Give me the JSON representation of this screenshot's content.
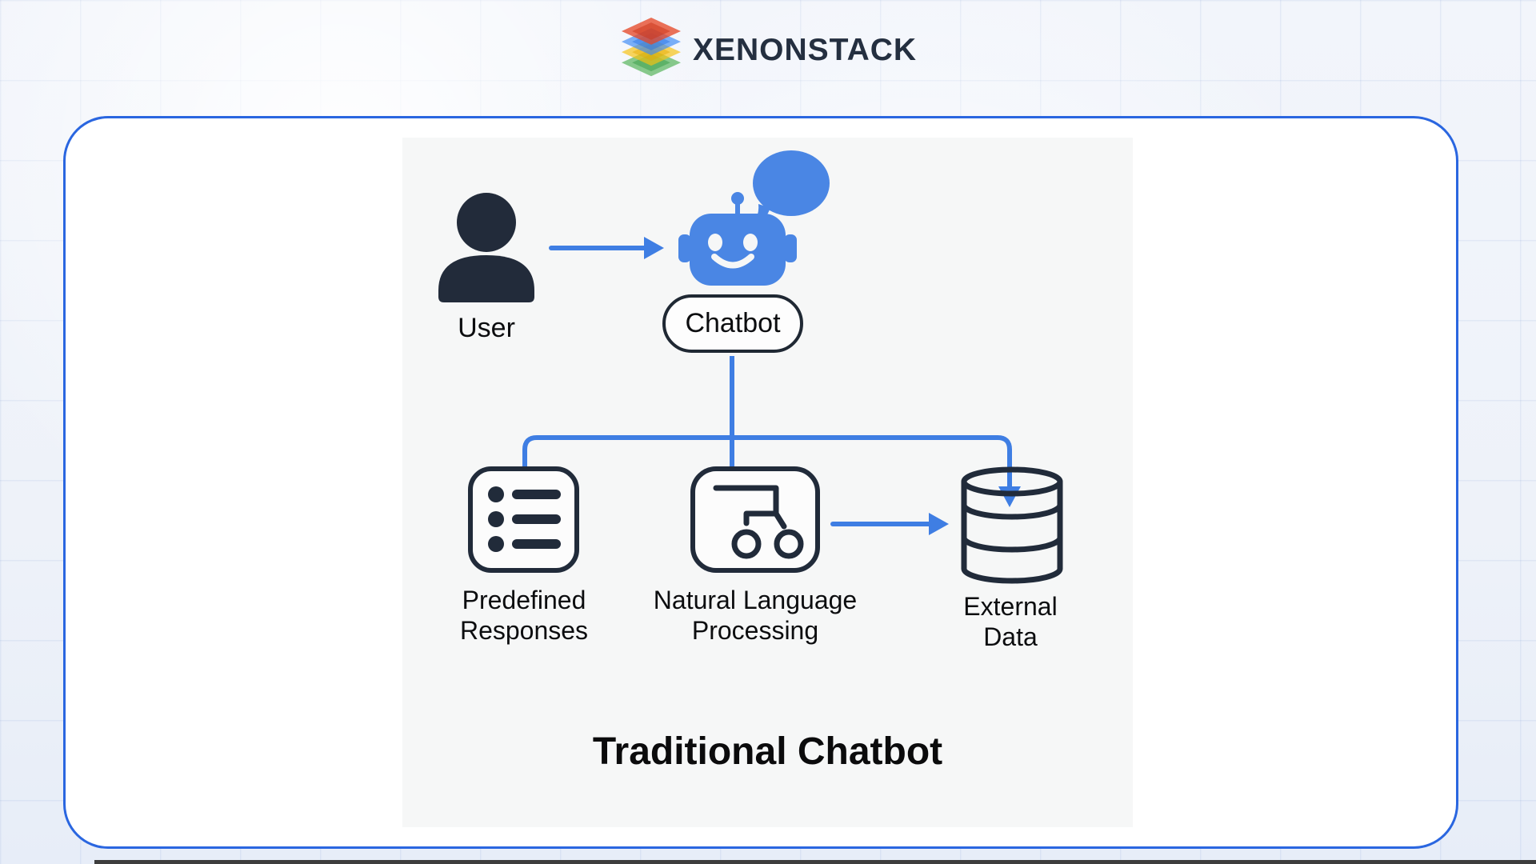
{
  "header": {
    "brand": "XENONSTACK"
  },
  "colors": {
    "accent_blue": "#3F7EE3",
    "robot_blue": "#4A86E4",
    "dark_navy": "#212B3A",
    "card_border": "#2A66E0",
    "panel_bg": "#F6F7F7",
    "logo_red": "#E54827",
    "logo_blue": "#3F8CF5",
    "logo_yellow": "#F6C212",
    "logo_green": "#52B356"
  },
  "diagram": {
    "title": "Traditional Chatbot",
    "nodes": {
      "user": "User",
      "chatbot": "Chatbot",
      "predefined": "Predefined\nResponses",
      "nlp": "Natural Language\nProcessing",
      "external": "External\nData"
    },
    "icons": {
      "user": "person-icon",
      "chatbot": "robot-icon",
      "chatbot_bubble": "speech-bubble-icon",
      "predefined": "bulleted-list-icon",
      "nlp": "flow-tree-icon",
      "external": "database-icon",
      "brand": "layered-stack-icon"
    },
    "edges": [
      {
        "from": "User",
        "to": "Chatbot"
      },
      {
        "from": "Chatbot",
        "to": "Predefined Responses"
      },
      {
        "from": "Chatbot",
        "to": "Natural Language Processing"
      },
      {
        "from": "Chatbot",
        "to": "External Data"
      },
      {
        "from": "Natural Language Processing",
        "to": "External Data"
      }
    ]
  }
}
